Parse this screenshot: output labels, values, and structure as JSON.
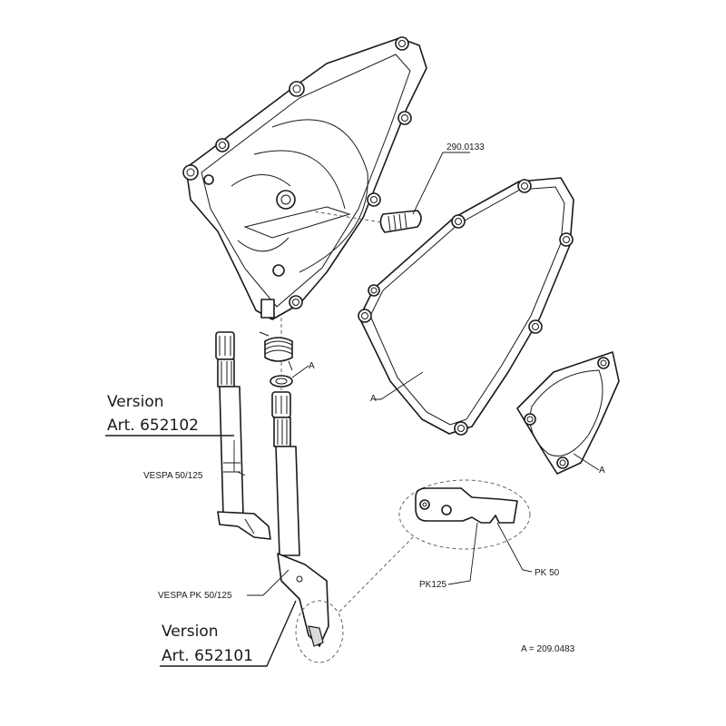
{
  "labels": {
    "part_pin": "290.0133",
    "gasket_a_small": "A",
    "gasket_a_cover": "A",
    "gasket_a_flange": "A",
    "version_1_title": "Version",
    "version_1_art": "Art. 652102",
    "version_1_model": "VESPA 50/125",
    "version_2_title": "Version",
    "version_2_art": "Art. 652101",
    "version_2_model": "VESPA PK 50/125",
    "detail_pk125": "PK125",
    "detail_pk50": "PK 50",
    "legend_a": "A = 209.0483"
  }
}
